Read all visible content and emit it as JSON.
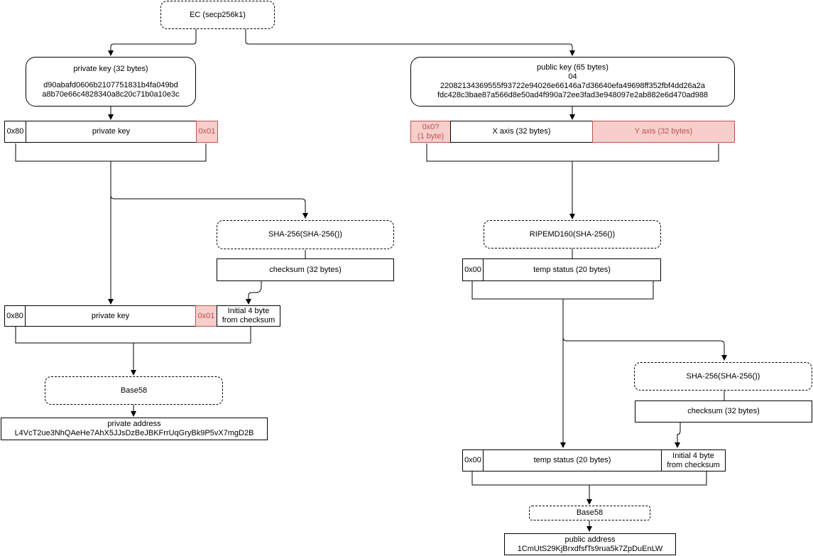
{
  "ec": {
    "label": "EC (secp256k1)"
  },
  "private_key": {
    "title": "private key (32 bytes)",
    "hex": "d90abafd0606b2107751831b4fa049bd\na8b70e66c4828340a8c20c71b0a10e3c"
  },
  "public_key": {
    "title": "public key (65 bytes)",
    "prefix": "04",
    "hex": "22082134369555f93722e94026e66146a7d36640efa49698ff352fbf4dd26a2a\nfdc428c3bae87a566d8e50ad4f990a72ee3fad3e948097e2ab882e6d470ad988"
  },
  "private_row1": {
    "prefix": "0x80",
    "middle": "private key",
    "suffix": "0x01"
  },
  "public_row1": {
    "prefix": "0x0?\n(1 byte)",
    "x_axis": "X axis (32 bytes)",
    "y_axis": "Y axis (32 bytes)"
  },
  "private_hash": {
    "label": "SHA-256(SHA-256())"
  },
  "private_checksum": {
    "label": "checksum (32 bytes)"
  },
  "public_hash": {
    "label": "RIPEMD160(SHA-256())"
  },
  "public_row2": {
    "prefix": "0x00",
    "middle": "temp status (20 bytes)"
  },
  "private_row2": {
    "prefix": "0x80",
    "middle": "private key",
    "suffix": "0x01",
    "checksum": "Initial 4 byte\nfrom checksum"
  },
  "private_base58": {
    "label": "Base58"
  },
  "private_address": {
    "title": "private address",
    "value": "L4VcT2ue3NhQAeHe7AhX5JJsDzBeJBKFrrUqGryBk9P5vX7mgD2B"
  },
  "public_hash2": {
    "label": "SHA-256(SHA-256())"
  },
  "public_checksum": {
    "label": "checksum (32 bytes)"
  },
  "public_row3": {
    "prefix": "0x00",
    "middle": "temp status (20 bytes)",
    "checksum": "Initial 4 byte\nfrom checksum"
  },
  "public_base58": {
    "label": "Base58"
  },
  "public_address": {
    "title": "public address",
    "value": "1CmUtS29KjBrxdfsfTs9rua5k7ZpDuEnLW"
  }
}
